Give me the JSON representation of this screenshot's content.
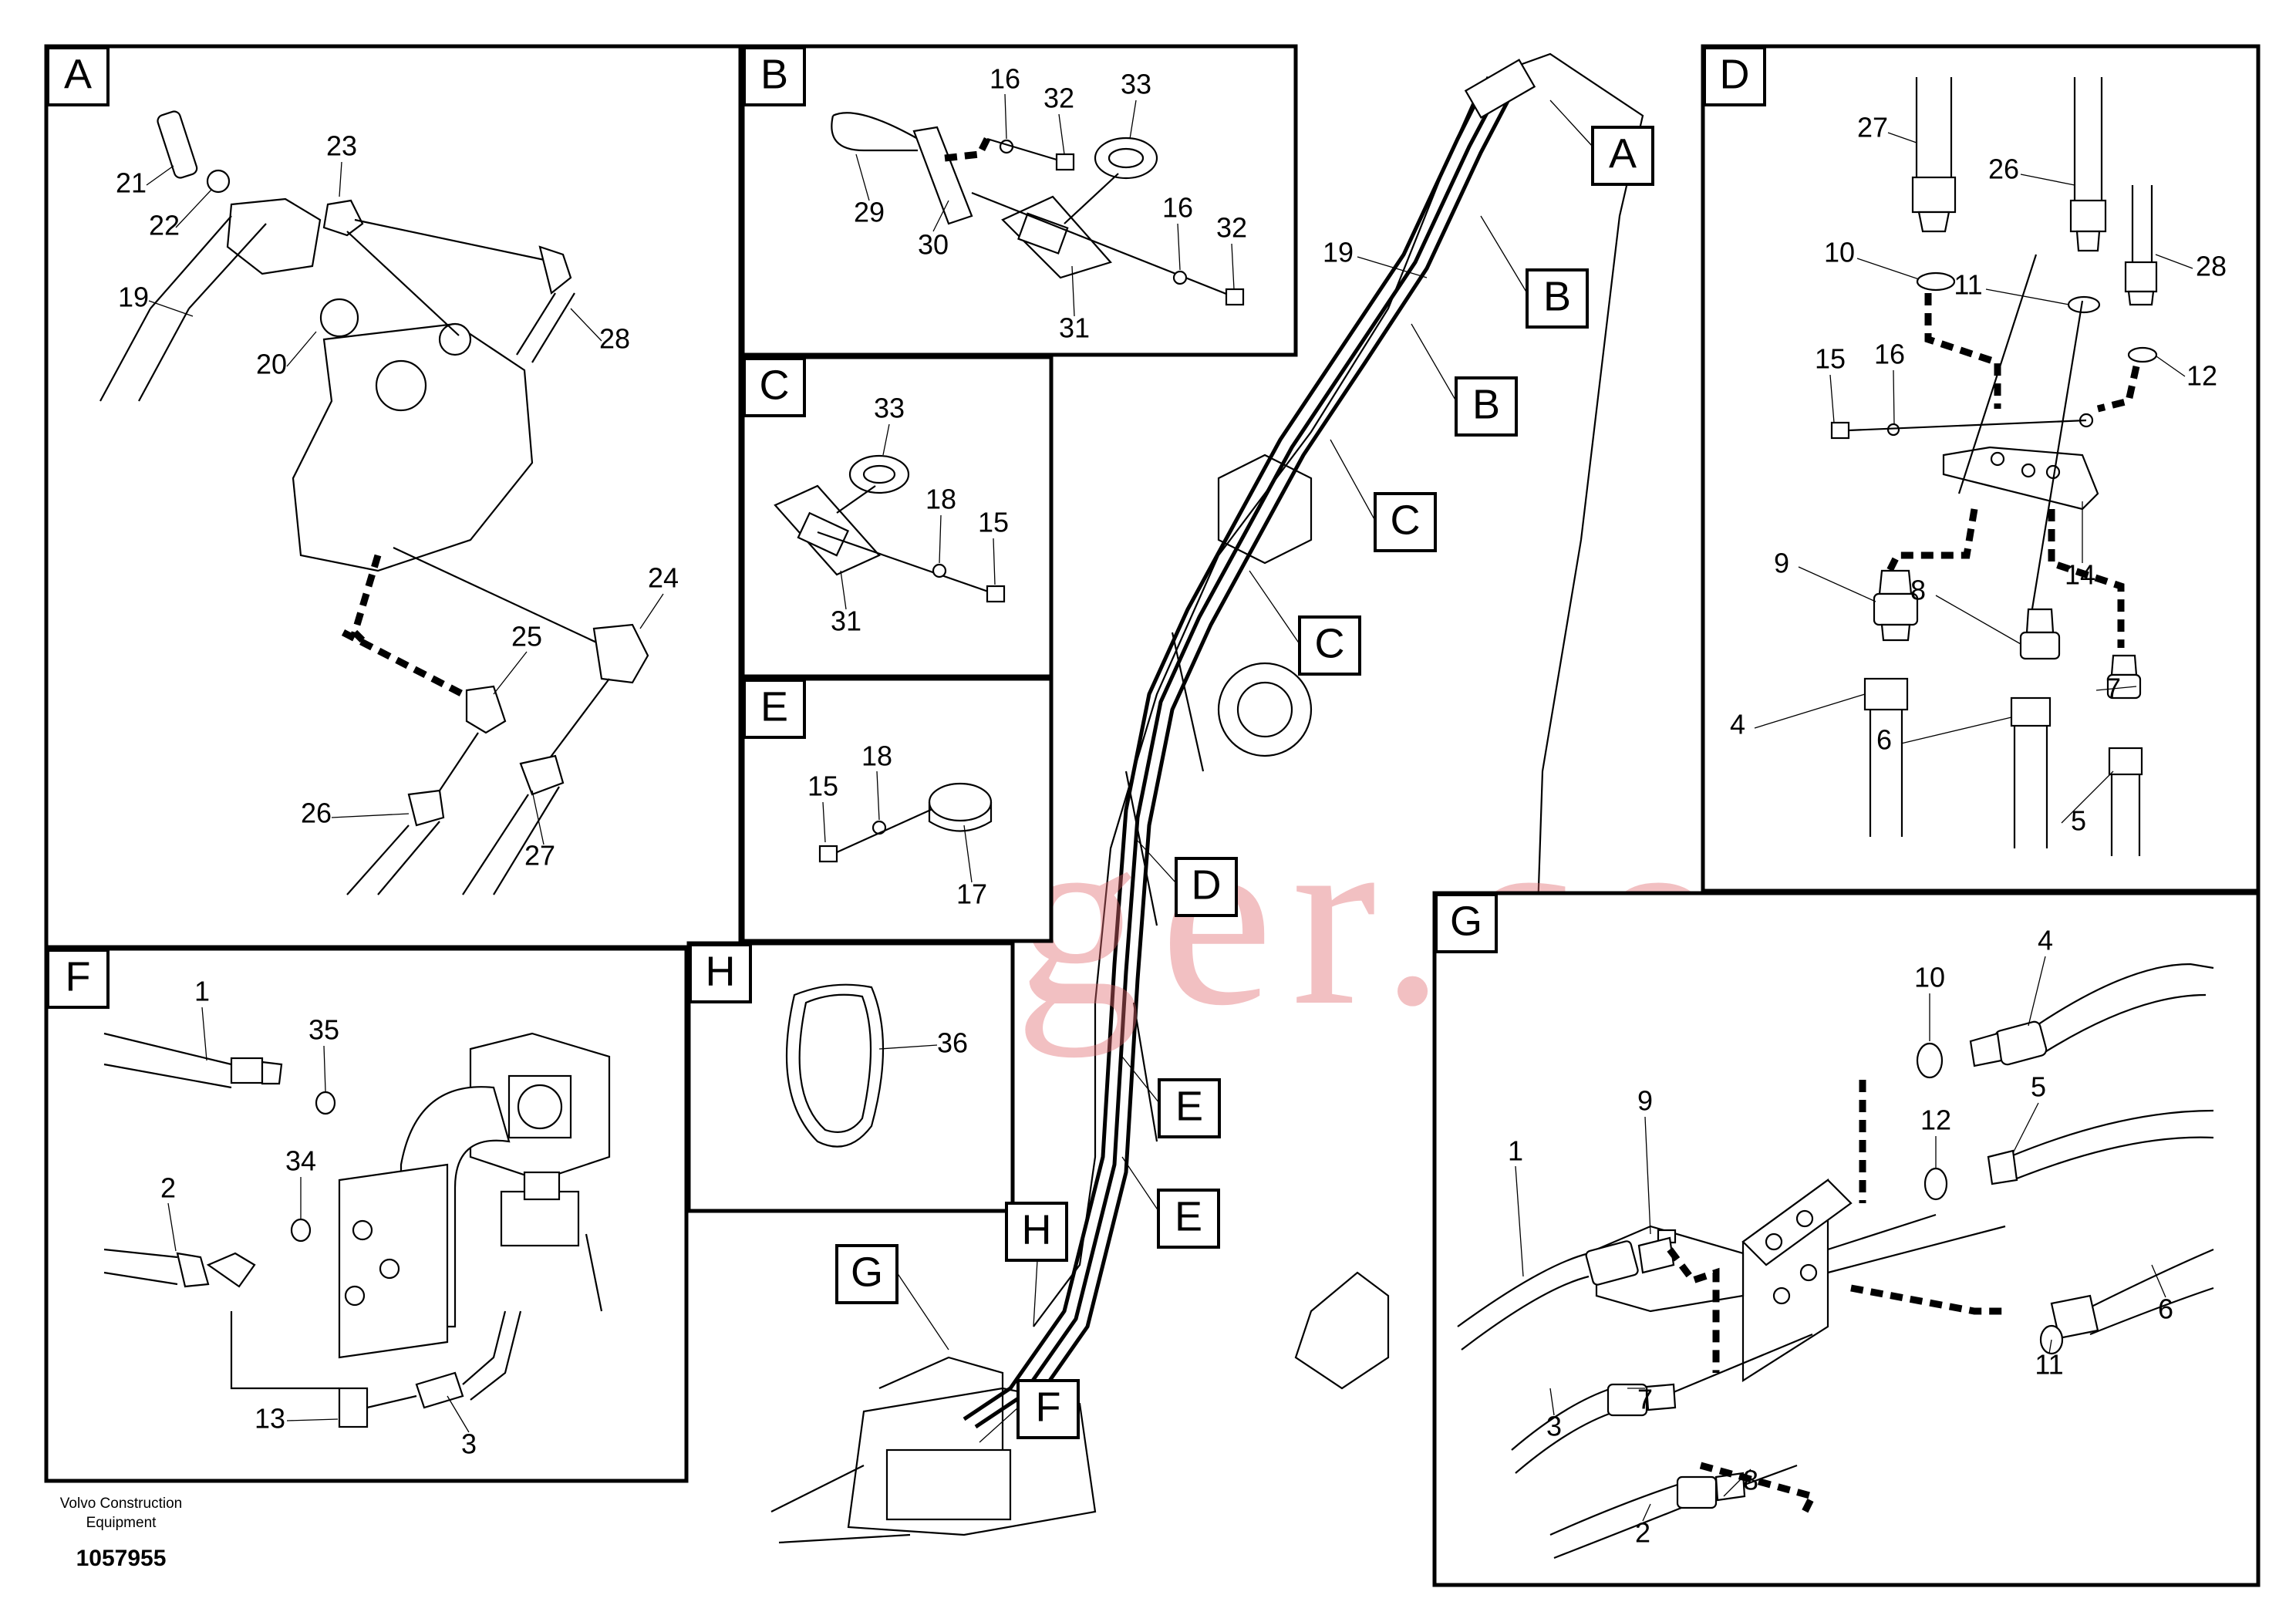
{
  "panels": {
    "A": {
      "label": "A",
      "callouts": [
        "21",
        "22",
        "23",
        "19",
        "20",
        "28",
        "24",
        "25",
        "26",
        "27"
      ]
    },
    "B": {
      "label": "B",
      "callouts": [
        "16",
        "32",
        "33",
        "29",
        "30",
        "31",
        "16",
        "32"
      ]
    },
    "C": {
      "label": "C",
      "callouts": [
        "33",
        "18",
        "15",
        "31"
      ]
    },
    "D": {
      "label": "D",
      "callouts": [
        "27",
        "26",
        "28",
        "10",
        "11",
        "12",
        "15",
        "16",
        "14",
        "9",
        "8",
        "7",
        "4",
        "6",
        "5"
      ]
    },
    "E": {
      "label": "E",
      "callouts": [
        "15",
        "18",
        "17"
      ]
    },
    "F": {
      "label": "F",
      "callouts": [
        "1",
        "35",
        "2",
        "34",
        "13",
        "3"
      ]
    },
    "G": {
      "label": "G",
      "callouts": [
        "4",
        "10",
        "9",
        "5",
        "12",
        "1",
        "7",
        "11",
        "6",
        "3",
        "8",
        "2"
      ]
    },
    "H": {
      "label": "H",
      "callouts": [
        "36"
      ]
    }
  },
  "overview_tags": [
    "A",
    "B",
    "B",
    "C",
    "C",
    "D",
    "E",
    "E",
    "G",
    "H",
    "F"
  ],
  "overview_callouts": [
    "19"
  ],
  "footer": {
    "maker_line1": "Volvo Construction",
    "maker_line2": "Equipment",
    "drawing_no": "1057955"
  },
  "watermark": "partsdigger.com"
}
